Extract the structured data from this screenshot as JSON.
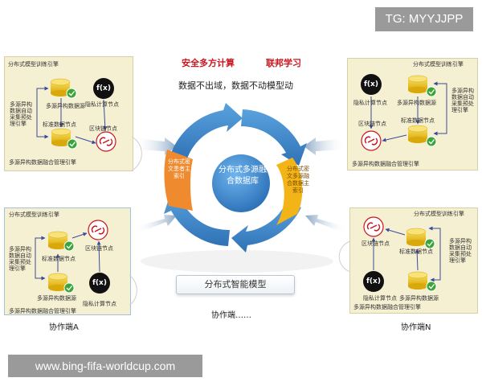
{
  "watermark": {
    "tg": "TG: MYYJJPP",
    "url": "www.bing-fifa-worldcup.com"
  },
  "header": {
    "label_left": "安全多方计算",
    "label_right": "联邦学习",
    "subtitle": "数据不出域，数据不动模型动"
  },
  "center": {
    "hub": "分布式多源融合数据库",
    "left_segment": "分布式密文患者主索引",
    "right_segment": "分布式密文多源融合数据主索引",
    "bottom_box": "分布式智能模型"
  },
  "panels": {
    "top_left": {
      "top_title": "分布式模型训练引擎",
      "engine": "多源异构数据自动采集预处理引擎",
      "hetero": "多源异构数据源",
      "standard": "标准数据节点",
      "privacy": "隐私计算节点",
      "blockchain": "区块链节点",
      "bottom_title": "多源异构数据融合管理引擎"
    },
    "bottom_left": {
      "top_title": "分布式模型训练引擎",
      "engine": "多源异构数据自动采集预处理引擎",
      "standard": "标准数据节点",
      "blockchain": "区块链节点",
      "hetero": "多源异构数据源",
      "privacy": "隐私计算节点",
      "bottom_title": "多源异构数据融合管理引擎"
    },
    "top_right": {
      "top_title": "分布式模型训练引擎",
      "privacy": "隐私计算节点",
      "hetero": "多源异构数据源",
      "engine": "多源异构数据自动采集预处理引擎",
      "blockchain": "区块链节点",
      "standard": "标准数据节点",
      "bottom_title": "多源异构数据融合管理引擎"
    },
    "bottom_right": {
      "top_title": "分布式模型训练引擎",
      "blockchain": "区块链节点",
      "standard": "标准数据节点",
      "engine": "多源异构数据自动采集预处理引擎",
      "privacy": "隐私计算节点",
      "hetero": "多源异构数据源",
      "bottom_title": "多源异构数据融合管理引擎"
    }
  },
  "icons": {
    "fx_symbol": "f(x)"
  },
  "captions": {
    "a": "协作端A",
    "mid": "协作端……",
    "n": "协作端N"
  },
  "colors": {
    "ring_blue": "#3b82c4",
    "segment_orange": "#ef8a2e",
    "segment_yellow": "#f3b417",
    "panel_bg": "#f6f0d3",
    "label_red": "#c8161d"
  }
}
